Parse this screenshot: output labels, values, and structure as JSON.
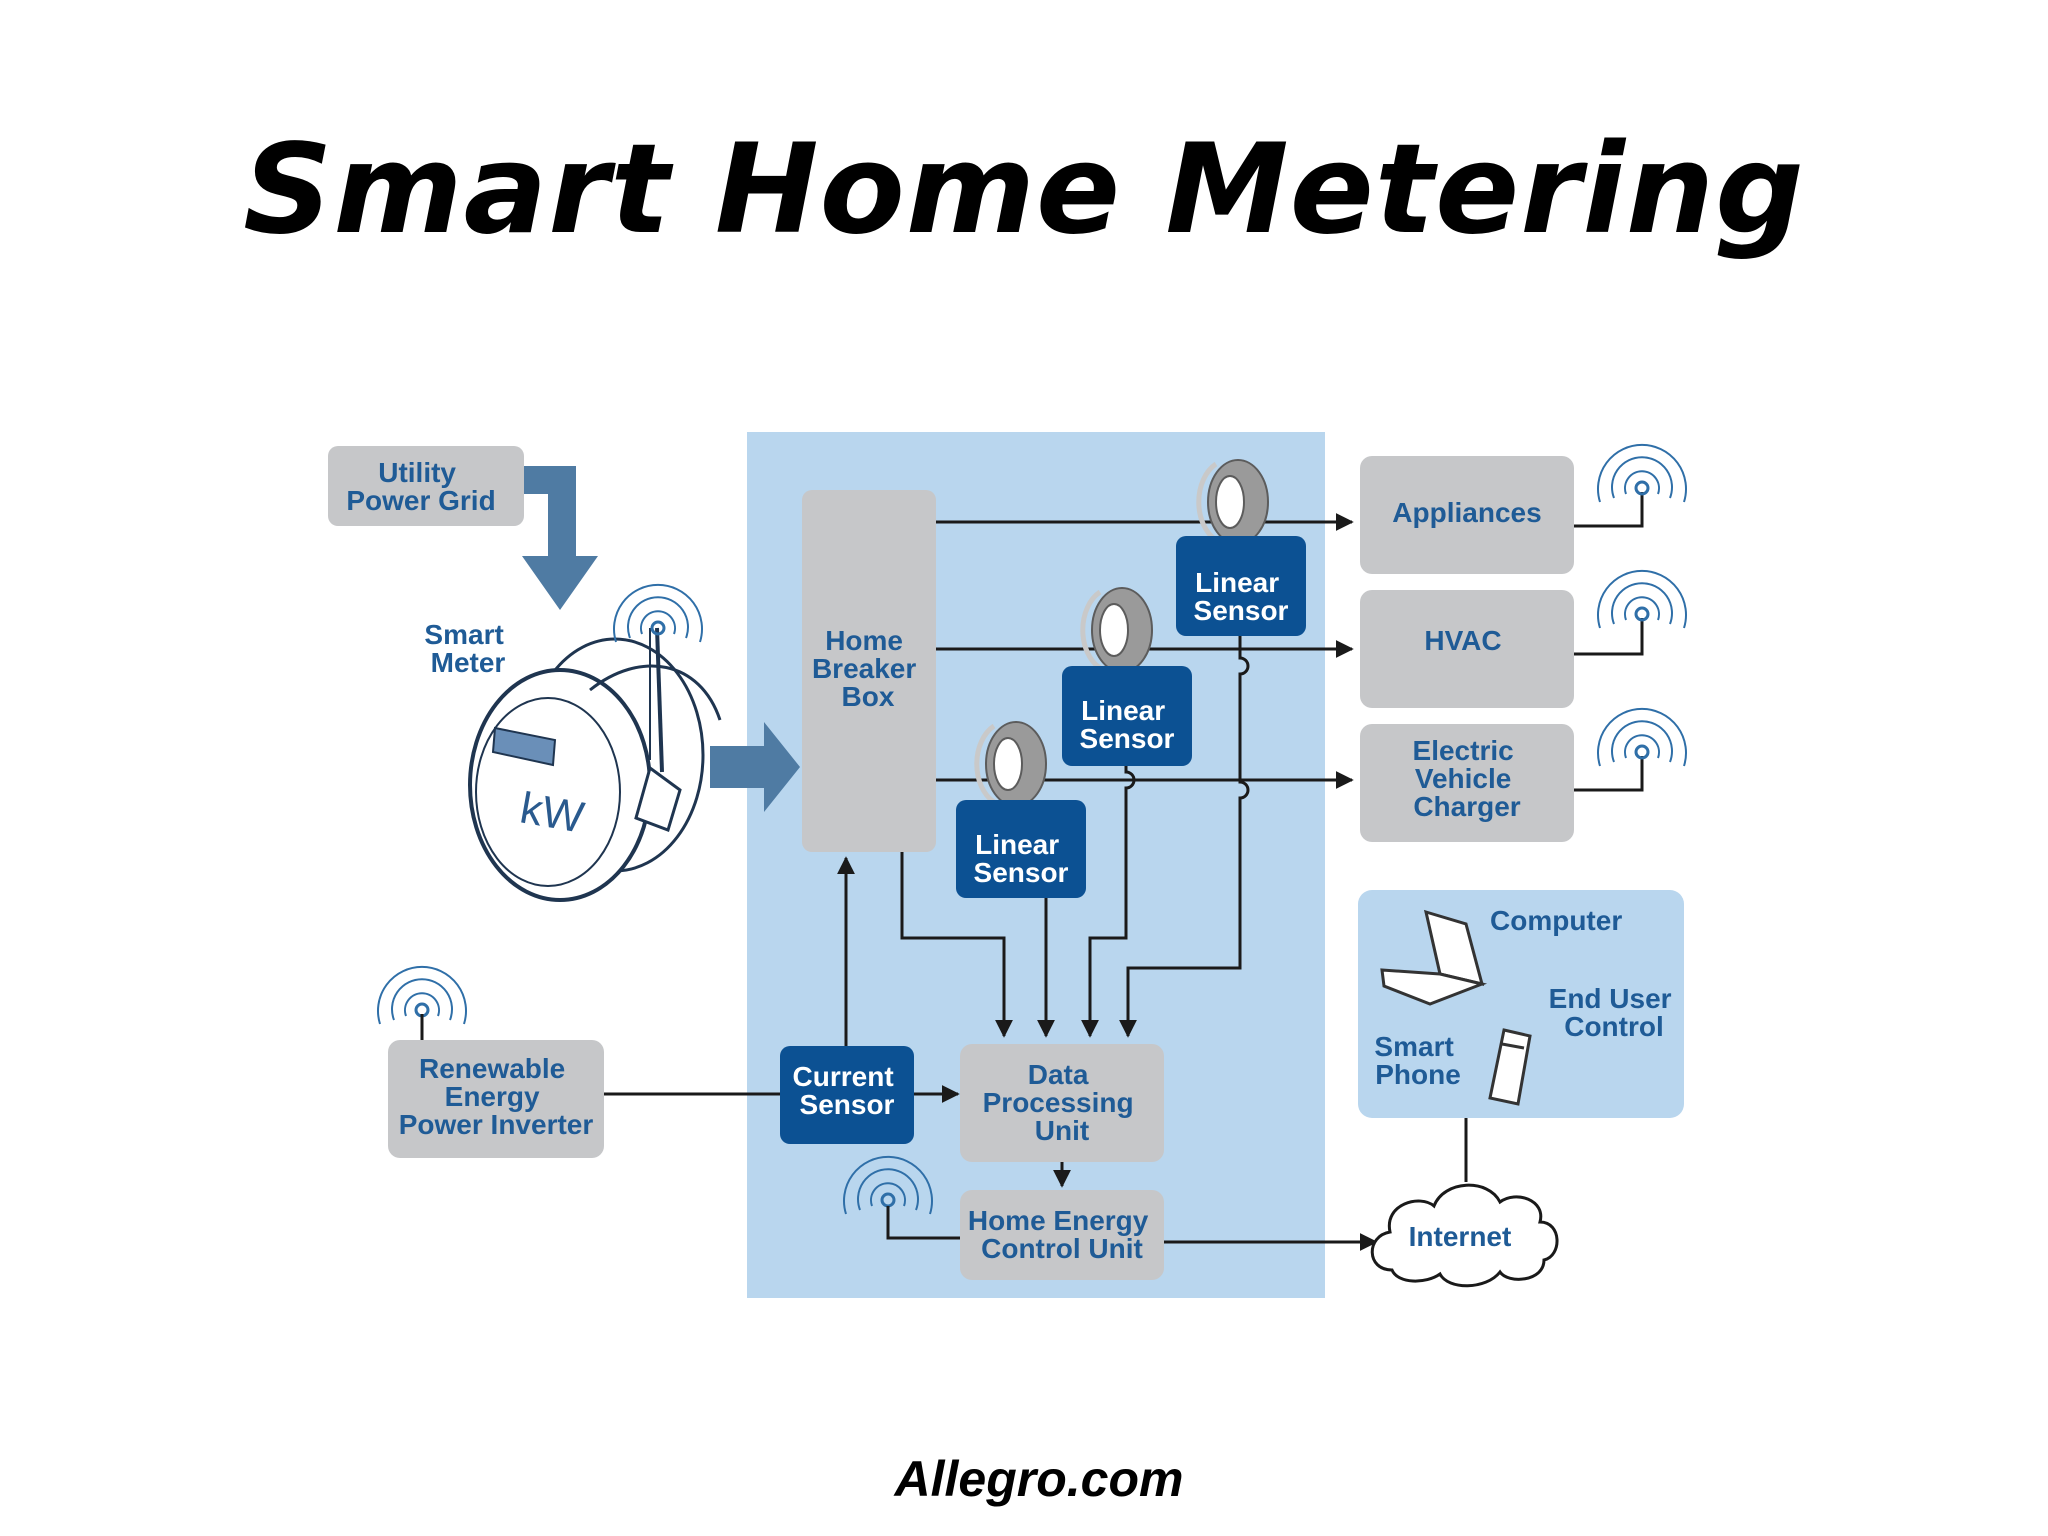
{
  "title": "Smart Home Metering",
  "footer": "Allegro.com",
  "colors": {
    "panel_blue": "#b9d6ee",
    "box_grey": "#c6c7c9",
    "sensor_navy": "#0c5193",
    "label_blue": "#1f5b96",
    "arrow_steel": "#4f7ba3"
  },
  "nodes": {
    "utility": [
      "Utility",
      "Power Grid"
    ],
    "smart_meter": [
      "Smart",
      "Meter"
    ],
    "meter_display": "kW",
    "breaker": [
      "Home",
      "Breaker",
      "Box"
    ],
    "linear_sensor_top": [
      "Linear",
      "Sensor"
    ],
    "linear_sensor_mid": [
      "Linear",
      "Sensor"
    ],
    "linear_sensor_low": [
      "Linear",
      "Sensor"
    ],
    "appliances": "Appliances",
    "hvac": "HVAC",
    "ev_charger": [
      "Electric",
      "Vehicle",
      "Charger"
    ],
    "computer": "Computer",
    "end_user_control": [
      "End User",
      "Control"
    ],
    "smart_phone": [
      "Smart",
      "Phone"
    ],
    "renewable": [
      "Renewable",
      "Energy",
      "Power Inverter"
    ],
    "current_sensor": [
      "Current",
      "Sensor"
    ],
    "data_processing": [
      "Data",
      "Processing",
      "Unit"
    ],
    "home_energy_control": [
      "Home Energy",
      "Control Unit"
    ],
    "internet": "Internet"
  },
  "icons": [
    "wireless-signal-icon",
    "ring-sensor-icon",
    "laptop-icon",
    "smartphone-icon",
    "cloud-icon",
    "electric-meter-icon"
  ]
}
